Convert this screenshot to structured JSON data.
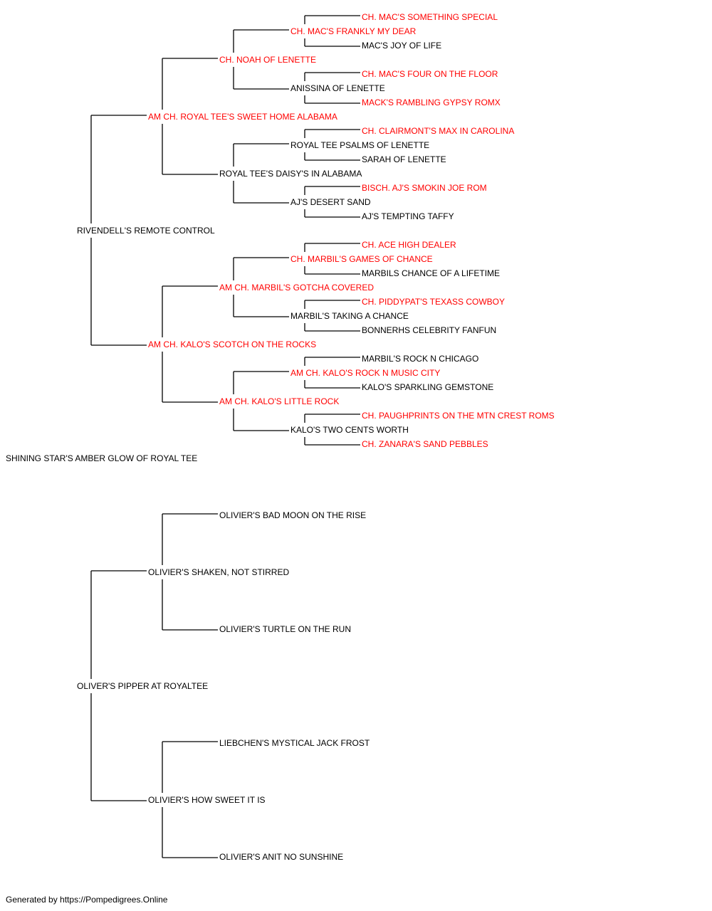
{
  "colors": {
    "champion": "#ff0000",
    "regular": "#000000",
    "line": "#000000"
  },
  "subject": "SHINING STAR'S AMBER GLOW OF ROYAL TEE",
  "footer": "Generated by https://Pompedigrees.Online",
  "nodes": [
    {
      "id": "r",
      "gen": 0,
      "slot": 0,
      "name": "SHINING STAR'S AMBER GLOW OF ROYAL TEE",
      "champion": false
    },
    {
      "id": "s",
      "gen": 1,
      "slot": 0,
      "name": "RIVENDELL'S REMOTE CONTROL",
      "champion": false
    },
    {
      "id": "d",
      "gen": 1,
      "slot": 1,
      "name": "OLIVER'S PIPPER AT ROYALTEE",
      "champion": false
    },
    {
      "id": "ss",
      "gen": 2,
      "slot": 0,
      "name": "AM CH. ROYAL TEE'S SWEET HOME ALABAMA",
      "champion": true
    },
    {
      "id": "sd",
      "gen": 2,
      "slot": 1,
      "name": "AM CH. KALO'S SCOTCH ON THE ROCKS",
      "champion": true
    },
    {
      "id": "ds",
      "gen": 2,
      "slot": 2,
      "name": "OLIVIER'S SHAKEN, NOT STIRRED",
      "champion": false
    },
    {
      "id": "dd",
      "gen": 2,
      "slot": 3,
      "name": "OLIVIER'S HOW SWEET IT IS",
      "champion": false
    },
    {
      "id": "sss",
      "gen": 3,
      "slot": 0,
      "name": "CH. NOAH OF LENETTE",
      "champion": true
    },
    {
      "id": "ssd",
      "gen": 3,
      "slot": 1,
      "name": "ROYAL TEE'S DAISY'S IN ALABAMA",
      "champion": false
    },
    {
      "id": "sds",
      "gen": 3,
      "slot": 2,
      "name": "AM CH. MARBIL'S GOTCHA COVERED",
      "champion": true
    },
    {
      "id": "sdd",
      "gen": 3,
      "slot": 3,
      "name": "AM CH. KALO'S LITTLE ROCK",
      "champion": true
    },
    {
      "id": "dss",
      "gen": 3,
      "slot": 4,
      "name": "OLIVIER'S BAD MOON ON THE RISE",
      "champion": false
    },
    {
      "id": "dsd",
      "gen": 3,
      "slot": 5,
      "name": "OLIVIER'S TURTLE ON THE RUN",
      "champion": false
    },
    {
      "id": "dds",
      "gen": 3,
      "slot": 6,
      "name": "LIEBCHEN'S MYSTICAL JACK FROST",
      "champion": false
    },
    {
      "id": "ddd",
      "gen": 3,
      "slot": 7,
      "name": "OLIVIER'S ANIT NO SUNSHINE",
      "champion": false
    },
    {
      "id": "ssss",
      "gen": 4,
      "slot": 0,
      "name": "CH. MAC'S FRANKLY MY DEAR",
      "champion": true
    },
    {
      "id": "sssd",
      "gen": 4,
      "slot": 1,
      "name": "ANISSINA OF LENETTE",
      "champion": false
    },
    {
      "id": "ssds",
      "gen": 4,
      "slot": 2,
      "name": "ROYAL TEE PSALMS OF LENETTE",
      "champion": false
    },
    {
      "id": "ssdd",
      "gen": 4,
      "slot": 3,
      "name": "AJ'S DESERT SAND",
      "champion": false
    },
    {
      "id": "sdss",
      "gen": 4,
      "slot": 4,
      "name": "CH. MARBIL'S GAMES OF CHANCE",
      "champion": true
    },
    {
      "id": "sdsd",
      "gen": 4,
      "slot": 5,
      "name": "MARBIL'S TAKING A CHANCE",
      "champion": false
    },
    {
      "id": "sdds",
      "gen": 4,
      "slot": 6,
      "name": "AM CH. KALO'S ROCK N MUSIC CITY",
      "champion": true
    },
    {
      "id": "sddd",
      "gen": 4,
      "slot": 7,
      "name": "KALO'S TWO CENTS WORTH",
      "champion": false
    },
    {
      "id": "sssss",
      "gen": 5,
      "slot": 0,
      "name": "CH. MAC'S SOMETHING SPECIAL",
      "champion": true
    },
    {
      "id": "ssssd",
      "gen": 5,
      "slot": 1,
      "name": "MAC'S JOY OF LIFE",
      "champion": false
    },
    {
      "id": "sssds",
      "gen": 5,
      "slot": 2,
      "name": "CH. MAC'S FOUR ON THE FLOOR",
      "champion": true
    },
    {
      "id": "sssdd",
      "gen": 5,
      "slot": 3,
      "name": "MACK'S RAMBLING GYPSY ROMX",
      "champion": true
    },
    {
      "id": "ssdss",
      "gen": 5,
      "slot": 4,
      "name": "CH. CLAIRMONT'S MAX IN CAROLINA",
      "champion": true
    },
    {
      "id": "ssdsd",
      "gen": 5,
      "slot": 5,
      "name": "SARAH OF LENETTE",
      "champion": false
    },
    {
      "id": "ssdds",
      "gen": 5,
      "slot": 6,
      "name": "BISCH. AJ'S SMOKIN JOE ROM",
      "champion": true
    },
    {
      "id": "ssddd",
      "gen": 5,
      "slot": 7,
      "name": "AJ'S TEMPTING TAFFY",
      "champion": false
    },
    {
      "id": "sdsss",
      "gen": 5,
      "slot": 8,
      "name": "CH. ACE HIGH DEALER",
      "champion": true
    },
    {
      "id": "sdssd",
      "gen": 5,
      "slot": 9,
      "name": "MARBILS CHANCE OF A LIFETIME",
      "champion": false
    },
    {
      "id": "sdsds",
      "gen": 5,
      "slot": 10,
      "name": "CH. PIDDYPAT'S TEXASS COWBOY",
      "champion": true
    },
    {
      "id": "sdsdd",
      "gen": 5,
      "slot": 11,
      "name": "BONNERHS CELEBRITY FANFUN",
      "champion": false
    },
    {
      "id": "sddss",
      "gen": 5,
      "slot": 12,
      "name": "MARBIL'S ROCK N CHICAGO",
      "champion": false
    },
    {
      "id": "sddsd",
      "gen": 5,
      "slot": 13,
      "name": "KALO'S SPARKLING GEMSTONE",
      "champion": false
    },
    {
      "id": "sddds",
      "gen": 5,
      "slot": 14,
      "name": "CH. PAUGHPRINTS ON THE MTN CREST ROMS",
      "champion": true
    },
    {
      "id": "sdddd",
      "gen": 5,
      "slot": 15,
      "name": "CH. ZANARA'S SAND PEBBLES",
      "champion": true
    }
  ]
}
